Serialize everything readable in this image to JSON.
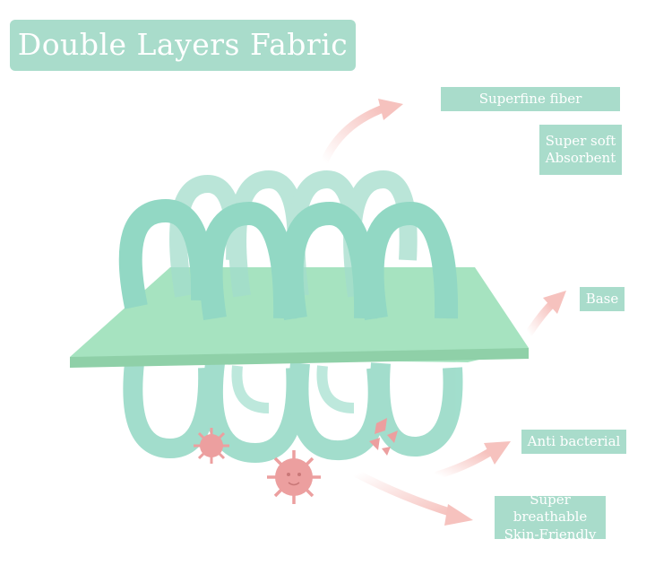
{
  "title": "Double Layers Fabric",
  "labels": {
    "superfine_fiber": "Superfine fiber",
    "super_soft": "Super soft",
    "absorbent": "Absorbent",
    "base": "Base",
    "anti_bacterial": "Anti bacterial",
    "super_breathable": "Super breathable",
    "skin_friendly": "Skin-Friendly"
  },
  "colors": {
    "label_bg": "#a9dccb",
    "label_text": "#ffffff",
    "fiber": "#92d8c4",
    "base_top": "#a6e3c0",
    "base_side": "#8fd0a8",
    "arrow": "#f6c2be",
    "bacteria": "#ec9f9f"
  }
}
